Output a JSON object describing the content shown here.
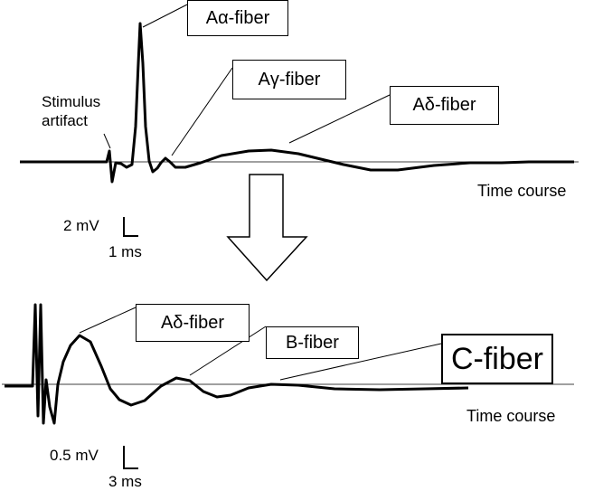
{
  "top_panel": {
    "labels": {
      "stimulus_artifact": "Stimulus\nartifact",
      "a_alpha": "Aα-fiber",
      "a_gamma": "Aγ-fiber",
      "a_delta": "Aδ-fiber",
      "time_course": "Time course"
    },
    "scale_bar": {
      "voltage": "2 mV",
      "time": "1 ms"
    }
  },
  "arrow": {
    "direction": "down"
  },
  "bottom_panel": {
    "labels": {
      "a_delta": "Aδ-fiber",
      "b_fiber": "B-fiber",
      "c_fiber": "C-fiber",
      "time_course": "Time course"
    },
    "scale_bar": {
      "voltage": "0.5 mV",
      "time": "3 ms"
    }
  }
}
